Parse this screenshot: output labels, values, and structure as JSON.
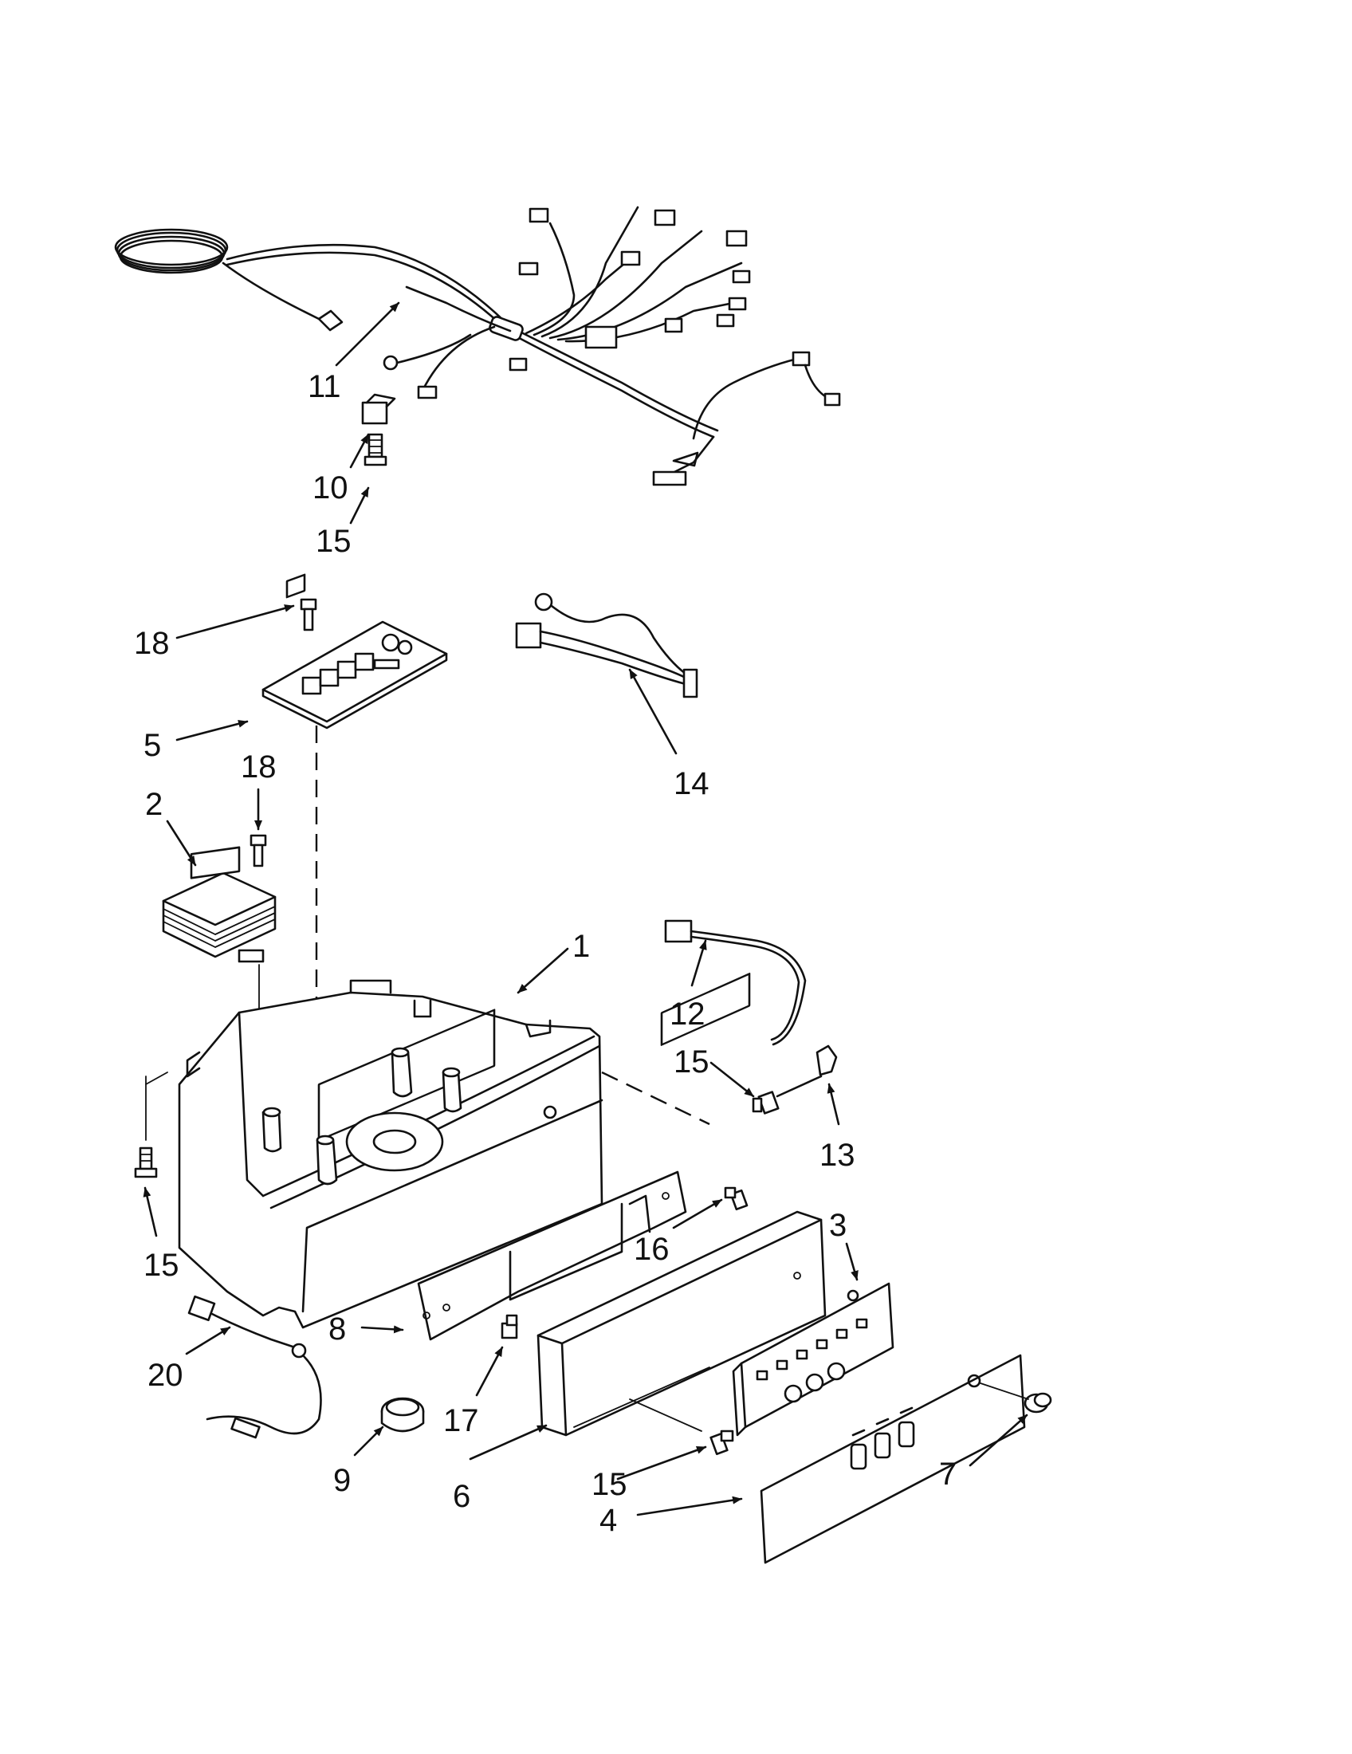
{
  "callouts": [
    {
      "id": "c11",
      "text": "11"
    },
    {
      "id": "c10",
      "text": "10"
    },
    {
      "id": "c15a",
      "text": "15"
    },
    {
      "id": "c18a",
      "text": "18"
    },
    {
      "id": "c5",
      "text": "5"
    },
    {
      "id": "c18b",
      "text": "18"
    },
    {
      "id": "c2",
      "text": "2"
    },
    {
      "id": "c14",
      "text": "14"
    },
    {
      "id": "c1",
      "text": "1"
    },
    {
      "id": "c12",
      "text": "12"
    },
    {
      "id": "c15b",
      "text": "15"
    },
    {
      "id": "c13",
      "text": "13"
    },
    {
      "id": "c3",
      "text": "3"
    },
    {
      "id": "c16",
      "text": "16"
    },
    {
      "id": "c15c",
      "text": "15"
    },
    {
      "id": "c8",
      "text": "8"
    },
    {
      "id": "c20",
      "text": "20"
    },
    {
      "id": "c17",
      "text": "17"
    },
    {
      "id": "c9",
      "text": "9"
    },
    {
      "id": "c6",
      "text": "6"
    },
    {
      "id": "c15d",
      "text": "15"
    },
    {
      "id": "c7",
      "text": "7"
    },
    {
      "id": "c4",
      "text": "4"
    }
  ]
}
